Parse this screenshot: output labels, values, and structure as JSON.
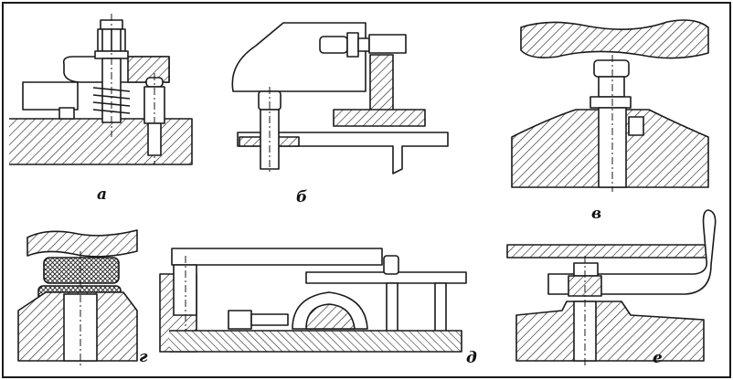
{
  "labels": {
    "a": "а",
    "b": "б",
    "v": "в",
    "g": "г",
    "d": "д",
    "e": "е"
  },
  "colors": {
    "ink": "#1a1a1a",
    "paper": "#ffffff",
    "hatch": "#2a2a2a"
  }
}
